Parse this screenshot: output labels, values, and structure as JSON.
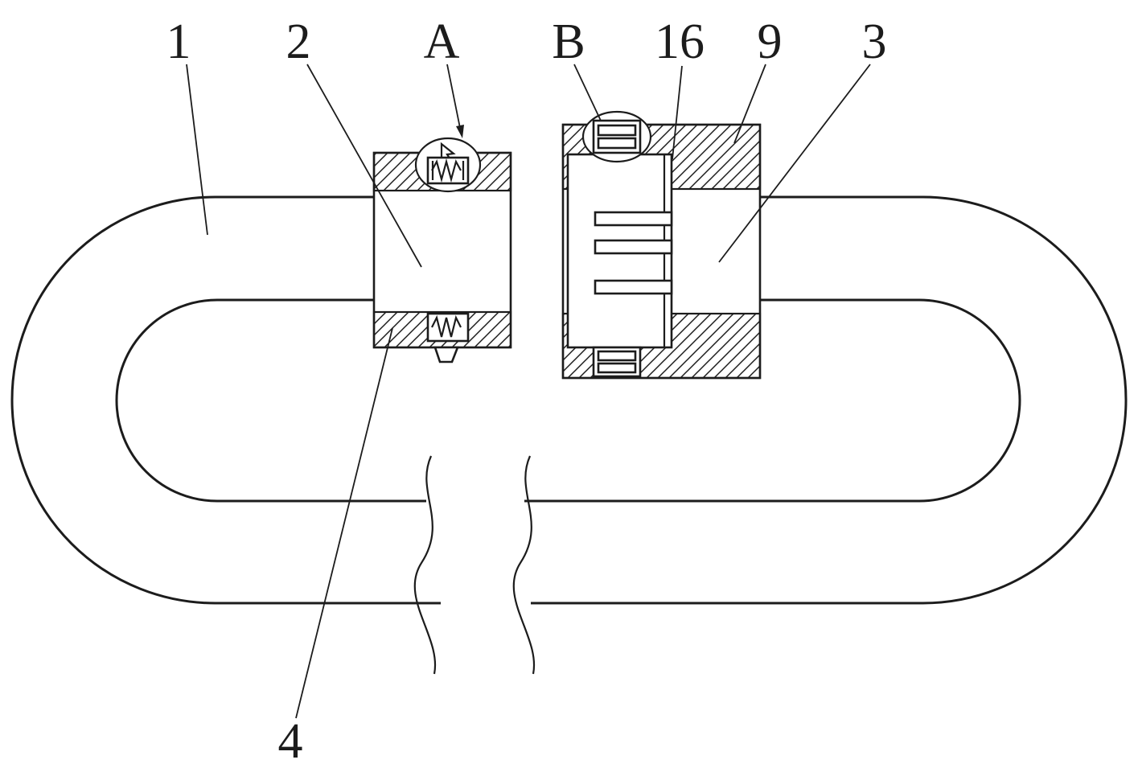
{
  "figure": {
    "background": "#ffffff",
    "line_color": "#1c1c1c",
    "labels": {
      "ref1": "1",
      "ref2": "2",
      "refA": "A",
      "refB": "B",
      "ref16": "16",
      "ref9": "9",
      "ref3": "3",
      "ref4": "4"
    }
  }
}
